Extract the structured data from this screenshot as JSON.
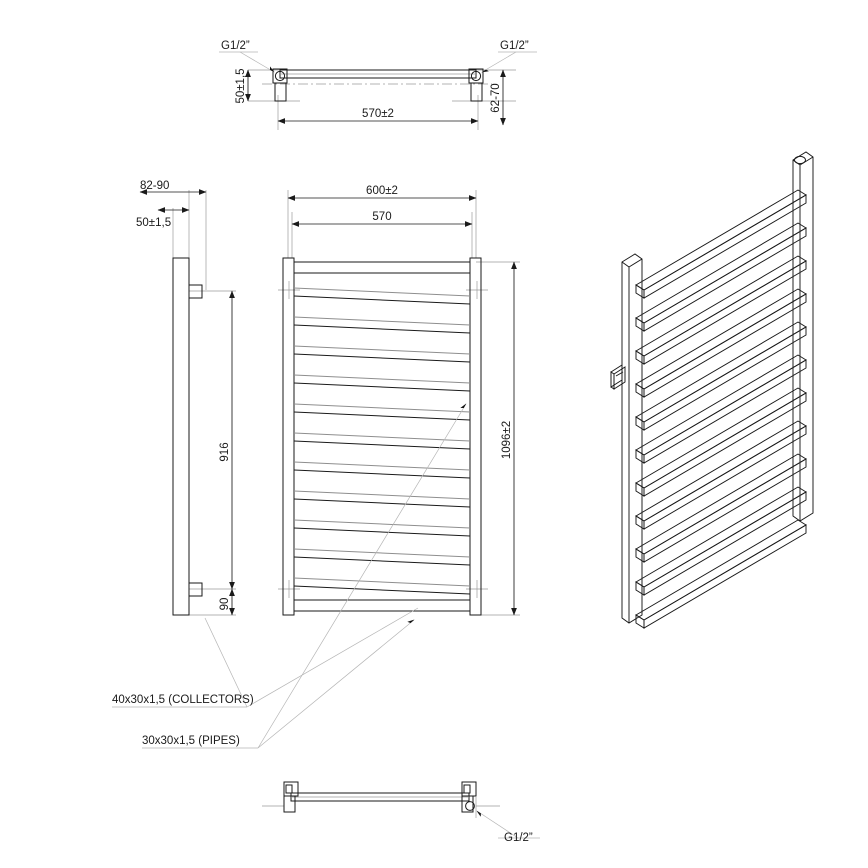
{
  "drawing": {
    "title": "Towel radiator technical drawing",
    "line_color": "#1a1a1a",
    "thin_line_color": "#808080",
    "leader_color": "#b0b0b0",
    "background": "#ffffff"
  },
  "views": {
    "top": {
      "name": "top-view"
    },
    "side": {
      "name": "left-side-view"
    },
    "front": {
      "name": "front-view"
    },
    "iso": {
      "name": "isometric-view"
    },
    "bottom": {
      "name": "bottom-view"
    }
  },
  "dimensions": {
    "top_connection_left": "G1/2”",
    "top_connection_right": "G1/2”",
    "top_depth_left": "50±1,5",
    "top_width": "570±2",
    "top_depth_right": "62-70",
    "side_total_depth": "82-90",
    "side_profile_depth": "50±1,5",
    "side_bracket_span": "916",
    "side_bottom_bracket": "90",
    "front_overall_width": "600±2",
    "front_inner_width": "570",
    "front_overall_height": "1096±2",
    "bottom_connection": "G1/2”"
  },
  "annotations": {
    "collectors": "40x30x1,5 (COLLECTORS)",
    "pipes": "30x30x1,5 (PIPES)"
  }
}
